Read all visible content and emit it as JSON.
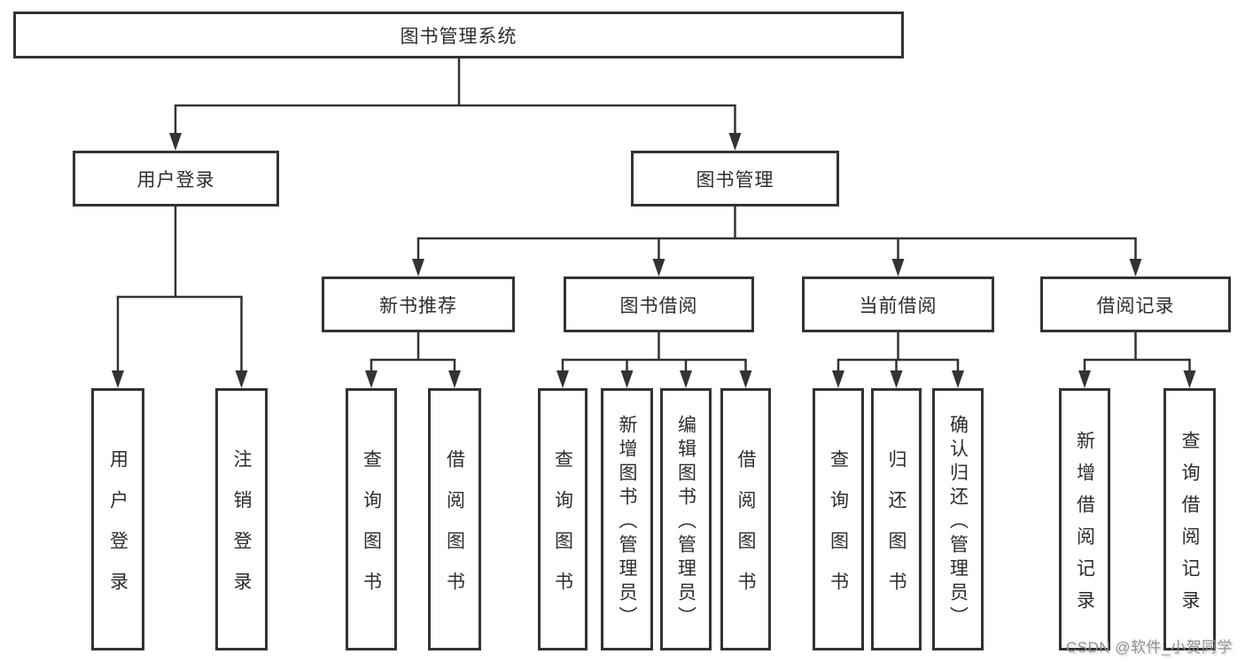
{
  "diagram": {
    "root": {
      "label": "图书管理系统"
    },
    "level2": [
      {
        "label": "用户登录"
      },
      {
        "label": "图书管理"
      }
    ],
    "level3": [
      {
        "label": "新书推荐",
        "parent": "图书管理"
      },
      {
        "label": "图书借阅",
        "parent": "图书管理"
      },
      {
        "label": "当前借阅",
        "parent": "图书管理"
      },
      {
        "label": "借阅记录",
        "parent": "图书管理"
      }
    ],
    "leaves": [
      {
        "label": "用户登录",
        "parent": "用户登录"
      },
      {
        "label": "注销登录",
        "parent": "用户登录"
      },
      {
        "label": "查询图书",
        "parent": "新书推荐"
      },
      {
        "label": "借阅图书",
        "parent": "新书推荐"
      },
      {
        "label": "查询图书",
        "parent": "图书借阅"
      },
      {
        "label": "新增图书（管理员）",
        "parent": "图书借阅"
      },
      {
        "label": "编辑图书（管理员）",
        "parent": "图书借阅"
      },
      {
        "label": "借阅图书",
        "parent": "图书借阅"
      },
      {
        "label": "查询图书",
        "parent": "当前借阅"
      },
      {
        "label": "归还图书",
        "parent": "当前借阅"
      },
      {
        "label": "确认归还（管理员）",
        "parent": "当前借阅"
      },
      {
        "label": "新增借阅记录",
        "parent": "借阅记录"
      },
      {
        "label": "查询借阅记录",
        "parent": "借阅记录"
      }
    ],
    "watermark": "CSDN @软件_小贺同学",
    "colors": {
      "line": "#333333",
      "text": "#2d2d2d",
      "box_background": "#ffffff",
      "page_background": "#ffffff",
      "watermark": "#8f8f8f"
    }
  }
}
